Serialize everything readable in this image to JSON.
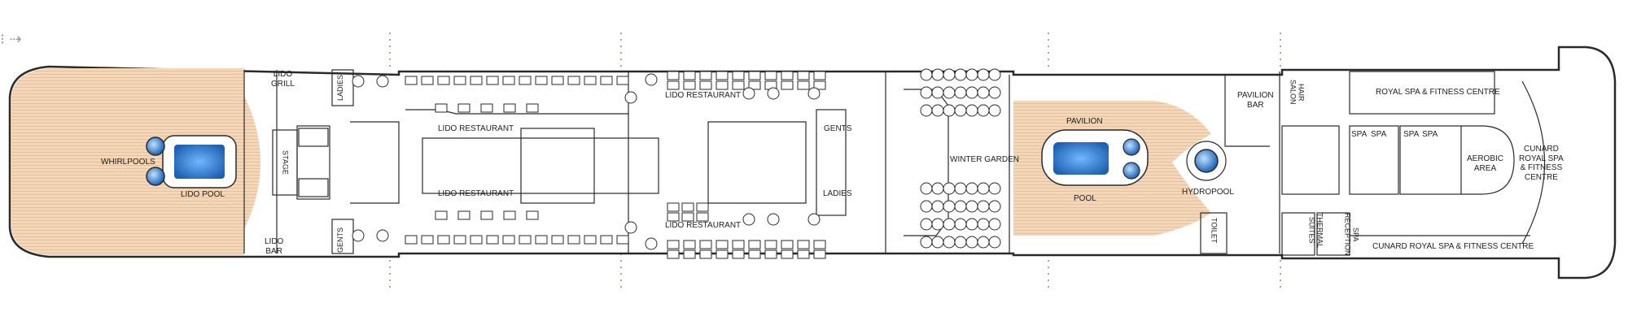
{
  "corner_symbol": "⁝ ⇢",
  "colors": {
    "deck_wood": "#f5d6b6",
    "deck_wood_line": "#e7b98f",
    "water_blue": "#2f7fd0",
    "outline": "#2a2a2a",
    "section_tick": "#b8a88a"
  },
  "labels": {
    "lido_grill": "LIDO\nGRILL",
    "ladies_top": "LADIES",
    "whirlpools": "WHIRLPOOLS",
    "lido_pool": "LIDO POOL",
    "stage": "STAGE",
    "lido_bar": "LIDO\nBAR",
    "gents_left": "GENTS",
    "lido_restaurant_1": "LIDO RESTAURANT",
    "lido_restaurant_2": "LIDO RESTAURANT",
    "lido_restaurant_3": "LIDO RESTAURANT",
    "lido_restaurant_4": "LIDO RESTAURANT",
    "gents_right": "GENTS",
    "ladies_right": "LADIES",
    "winter_garden": "WINTER GARDEN",
    "pavilion": "PAVILION",
    "pool": "POOL",
    "hydropool": "HYDROPOOL",
    "pavilion_bar": "PAVILION\nBAR",
    "toilet": "TOILET",
    "hair_salon": "HAIR\nSALON",
    "royal_spa_top": "ROYAL SPA & FITNESS CENTRE",
    "spa_1": "SPA",
    "spa_2": "SPA",
    "spa_3": "SPA",
    "spa_4": "SPA",
    "aerobic_area": "AEROBIC\nAREA",
    "cunard_royal_spa": "CUNARD\nROYAL SPA\n& FITNESS\nCENTRE",
    "thermal_suites": "THERMAL\nSUITES",
    "spa_reception": "SPA\nRECEPTION",
    "cunard_royal_spa_bottom": "CUNARD ROYAL SPA & FITNESS CENTRE"
  }
}
